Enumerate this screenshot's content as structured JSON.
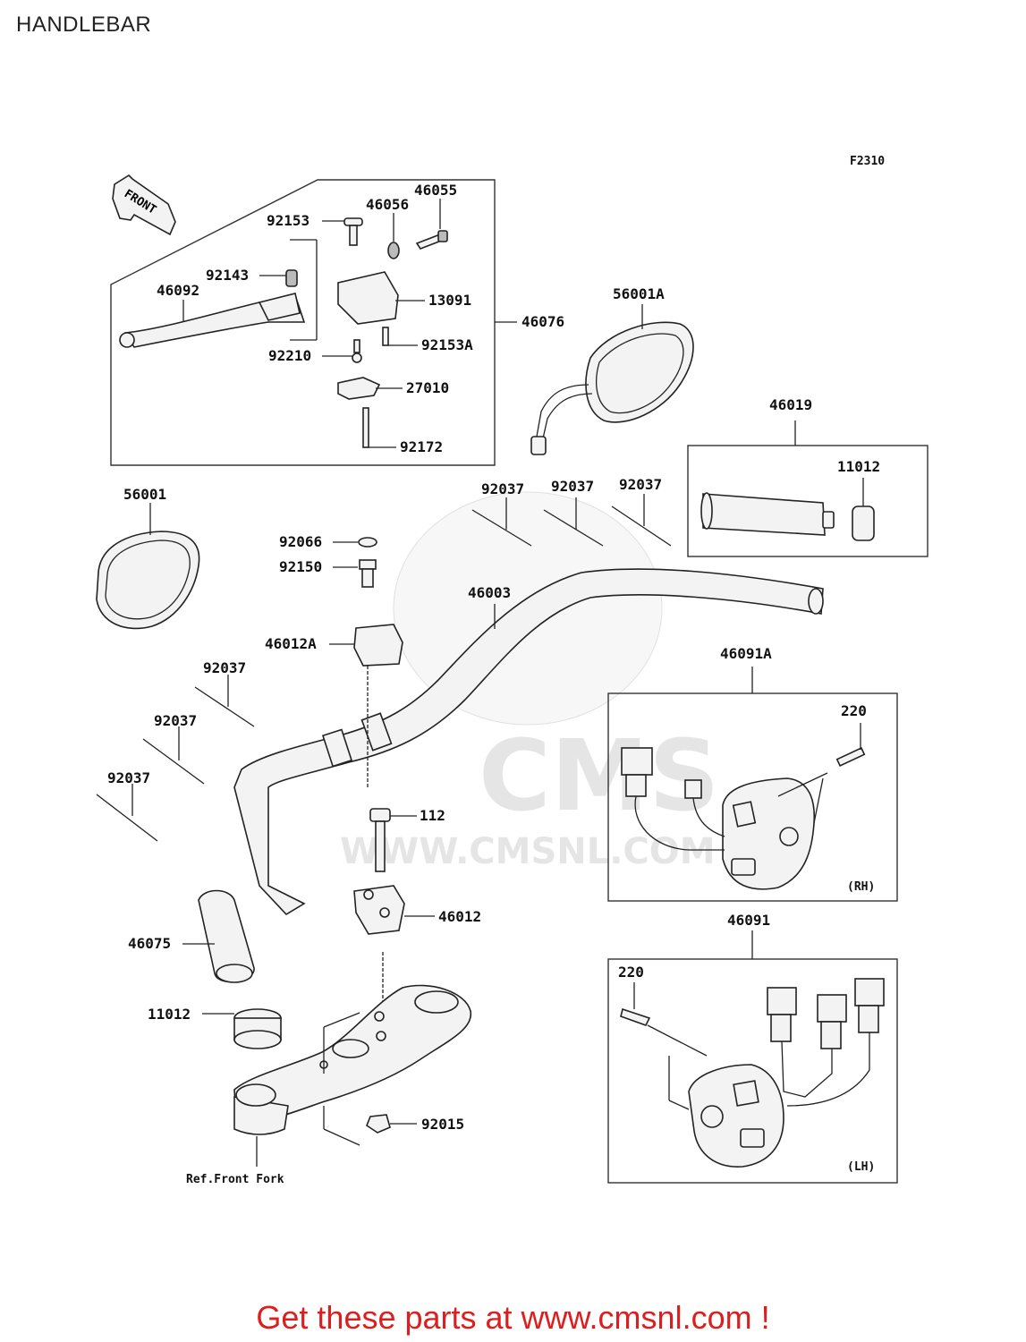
{
  "title": "HANDLEBAR",
  "figure_code": "F2310",
  "front_label": "FRONT",
  "watermark": {
    "logo": "CMS",
    "url": "WWW.CMSNL.COM"
  },
  "parts": {
    "p46055": "46055",
    "p46056": "46056",
    "p92153": "92153",
    "p92143": "92143",
    "p46092": "46092",
    "p13091": "13091",
    "p46076": "46076",
    "p92153A": "92153A",
    "p92210": "92210",
    "p27010": "27010",
    "p92172": "92172",
    "p56001A": "56001A",
    "p46019": "46019",
    "p11012_top": "11012",
    "p56001": "56001",
    "p92037_a": "92037",
    "p92037_b": "92037",
    "p92037_c": "92037",
    "p92066": "92066",
    "p92150": "92150",
    "p46003": "46003",
    "p46012A": "46012A",
    "p92037_d": "92037",
    "p92037_e": "92037",
    "p92037_f": "92037",
    "p46091A": "46091A",
    "p220_rh": "220",
    "p112": "112",
    "p46012": "46012",
    "p46075": "46075",
    "p11012_bot": "11012",
    "p46091": "46091",
    "p220_lh": "220",
    "p92015": "92015",
    "ref_front_fork": "Ref.Front Fork",
    "rh": "(RH)",
    "lh": "(LH)"
  },
  "footer": "Get these parts at www.cmsnl.com !",
  "colors": {
    "footer": "#dd1e1e",
    "watermark": "#d8d8d8"
  }
}
